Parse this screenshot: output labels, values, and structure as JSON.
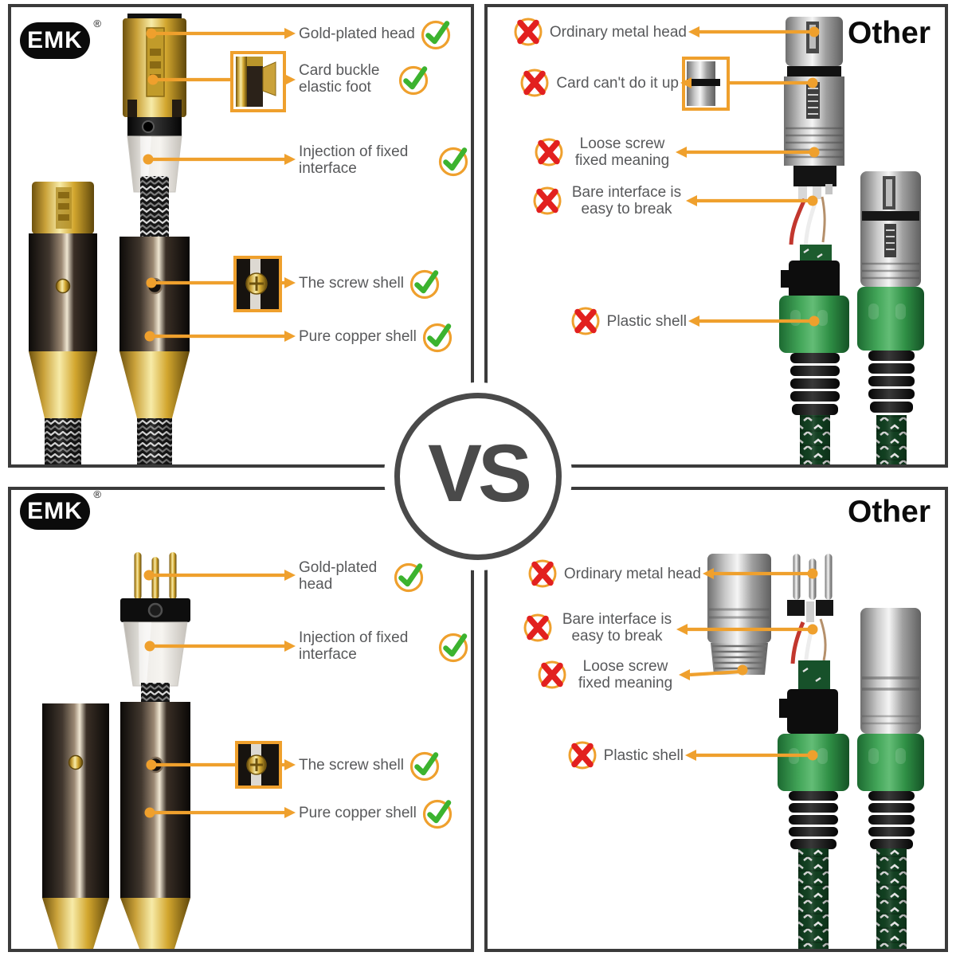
{
  "brand": {
    "name": "EMK",
    "registered_mark": "®"
  },
  "vs_badge": "VS",
  "colors": {
    "accent-orange": "#EFA02D",
    "check-green": "#3CB32F",
    "cross-red": "#E2201F",
    "text-gray": "#58595B",
    "panel-border": "#3B3B3B",
    "vs-gray": "#4A4A4A",
    "other-black": "#0B0B0B"
  },
  "panels": {
    "top_left": {
      "brand": "EMK",
      "subject": "gold-plated female XLR connector pair",
      "callouts": [
        {
          "id": "gold-plated-head",
          "label": "Gold-plated head",
          "verdict": "check",
          "icon": "check-icon"
        },
        {
          "id": "card-buckle-elastic-foot",
          "label": "Card buckle elastic foot",
          "verdict": "check",
          "icon": "check-icon"
        },
        {
          "id": "injection-of-fixed-interface",
          "label": "Injection of fixed interface",
          "verdict": "check",
          "icon": "check-icon"
        },
        {
          "id": "the-screw-shell",
          "label": "The screw shell",
          "verdict": "check",
          "icon": "check-icon"
        },
        {
          "id": "pure-copper-shell",
          "label": "Pure copper shell",
          "verdict": "check",
          "icon": "check-icon"
        }
      ]
    },
    "top_right": {
      "title": "Other",
      "subject": "ordinary nickel female XLR connector pair",
      "callouts": [
        {
          "id": "ordinary-metal-head",
          "label": "Ordinary metal head",
          "verdict": "cross",
          "icon": "cross-icon"
        },
        {
          "id": "card-cant-do-it-up",
          "label": "Card can't do it up",
          "verdict": "cross",
          "icon": "cross-icon"
        },
        {
          "id": "loose-screw-fixed-meaning",
          "label": "Loose screw fixed meaning",
          "verdict": "cross",
          "icon": "cross-icon"
        },
        {
          "id": "bare-interface-easy-to-break",
          "label": "Bare interface is easy to break",
          "verdict": "cross",
          "icon": "cross-icon"
        },
        {
          "id": "plastic-shell",
          "label": "Plastic shell",
          "verdict": "cross",
          "icon": "cross-icon"
        }
      ]
    },
    "bottom_left": {
      "brand": "EMK",
      "subject": "gold-plated male XLR connector pair",
      "callouts": [
        {
          "id": "gold-plated-head",
          "label": "Gold-plated head",
          "verdict": "check",
          "icon": "check-icon"
        },
        {
          "id": "injection-of-fixed-interface",
          "label": "Injection of fixed interface",
          "verdict": "check",
          "icon": "check-icon"
        },
        {
          "id": "the-screw-shell",
          "label": "The screw shell",
          "verdict": "check",
          "icon": "check-icon"
        },
        {
          "id": "pure-copper-shell",
          "label": "Pure copper shell",
          "verdict": "check",
          "icon": "check-icon"
        }
      ]
    },
    "bottom_right": {
      "title": "Other",
      "subject": "ordinary nickel male XLR connector pair",
      "callouts": [
        {
          "id": "ordinary-metal-head",
          "label": "Ordinary metal head",
          "verdict": "cross",
          "icon": "cross-icon"
        },
        {
          "id": "bare-interface-easy-to-break",
          "label": "Bare interface is easy to break",
          "verdict": "cross",
          "icon": "cross-icon"
        },
        {
          "id": "loose-screw-fixed-meaning",
          "label": "Loose screw fixed meaning",
          "verdict": "cross",
          "icon": "cross-icon"
        },
        {
          "id": "plastic-shell",
          "label": "Plastic shell",
          "verdict": "cross",
          "icon": "cross-icon"
        }
      ]
    }
  }
}
